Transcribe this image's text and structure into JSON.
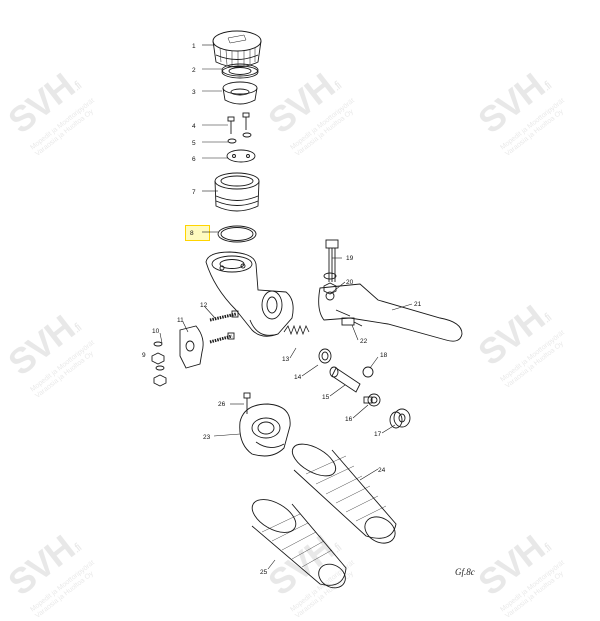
{
  "watermark": {
    "logo": "SVH",
    "logo_suffix": ".fi",
    "tagline_1": "Mopedit ja Moottoripyörät",
    "tagline_2": "Varaosia ja Huoltoa Oy"
  },
  "highlighted_part": "8",
  "parts": [
    {
      "id": "1",
      "label": "1"
    },
    {
      "id": "2",
      "label": "2"
    },
    {
      "id": "3",
      "label": "3"
    },
    {
      "id": "4",
      "label": "4"
    },
    {
      "id": "5",
      "label": "5"
    },
    {
      "id": "6",
      "label": "6"
    },
    {
      "id": "7",
      "label": "7"
    },
    {
      "id": "8",
      "label": "8"
    },
    {
      "id": "9",
      "label": "9"
    },
    {
      "id": "10",
      "label": "10"
    },
    {
      "id": "11",
      "label": "11"
    },
    {
      "id": "12",
      "label": "12"
    },
    {
      "id": "13",
      "label": "13"
    },
    {
      "id": "14",
      "label": "14"
    },
    {
      "id": "15",
      "label": "15"
    },
    {
      "id": "16",
      "label": "16"
    },
    {
      "id": "17",
      "label": "17"
    },
    {
      "id": "18",
      "label": "18"
    },
    {
      "id": "19",
      "label": "19"
    },
    {
      "id": "20",
      "label": "20"
    },
    {
      "id": "21",
      "label": "21"
    },
    {
      "id": "22",
      "label": "22"
    },
    {
      "id": "23",
      "label": "23"
    },
    {
      "id": "24",
      "label": "24"
    },
    {
      "id": "25",
      "label": "25"
    }
  ],
  "signature": "Gf.8c",
  "colors": {
    "line": "#1a1a1a",
    "highlight": "#ffd400",
    "watermark": "#9a9a9a"
  }
}
